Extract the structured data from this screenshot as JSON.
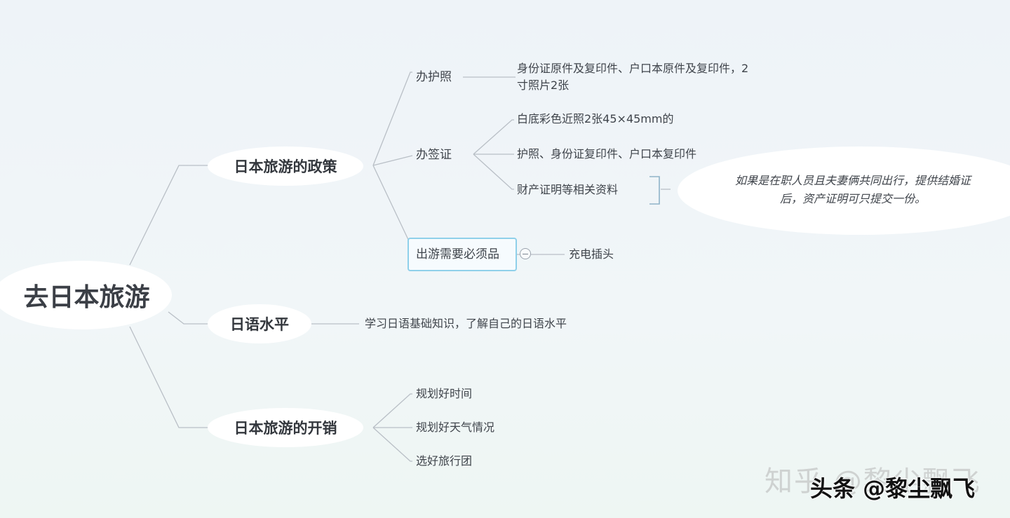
{
  "root": "去日本旅游",
  "branches": {
    "policy": {
      "label": "日本旅游的政策",
      "passport": {
        "label": "办护照",
        "detail_line1": "身份证原件及复印件、户口本原件及复印件，2",
        "detail_line2": "寸照片2张"
      },
      "visa": {
        "label": "办签证",
        "items": [
          "白底彩色近照2张45×45mm的",
          "护照、身份证复印件、户口本复印件",
          "财产证明等相关资料"
        ],
        "note_line1": "如果是在职人员且夫妻俩共同出行，提供结婚证",
        "note_line2": "后，资产证明可只提交一份。"
      },
      "essentials": {
        "label": "出游需要必须品",
        "item": "充电插头"
      }
    },
    "language": {
      "label": "日语水平",
      "item": "学习日语基础知识，了解自己的日语水平"
    },
    "cost": {
      "label": "日本旅游的开销",
      "items": [
        "规划好时间",
        "规划好天气情况",
        "选好旅行团"
      ]
    }
  },
  "watermarks": {
    "zhihu": "知乎 @黎尘飘飞",
    "toutiao": "头条 @黎尘飘飞"
  },
  "colors": {
    "connector": "#b9bfc6",
    "selected_border": "#8fd0ea",
    "bracket": "#8fb3c8"
  }
}
